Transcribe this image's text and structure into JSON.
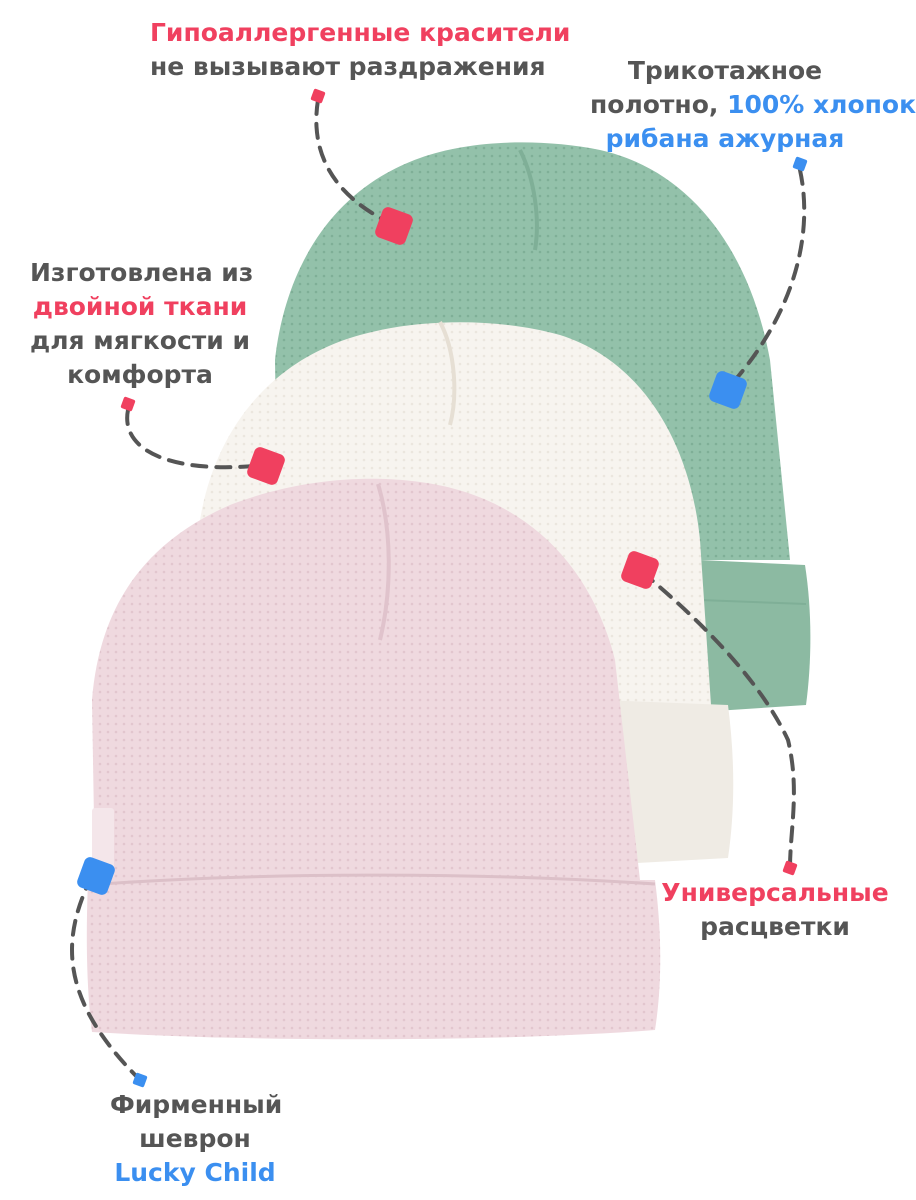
{
  "callouts": {
    "hypoallergenic": {
      "highlight": "Гипоаллергенные красители",
      "text": "не вызывают раздражения"
    },
    "fabric": {
      "line1": "Трикотажное",
      "line2_prefix": "полотно, ",
      "line2_highlight": "100% хлопок",
      "line3_highlight": "рибана ажурная"
    },
    "double_fabric": {
      "line1": "Изготовлена из",
      "highlight": "двойной ткани",
      "line3": "для мягкости и",
      "line4": "комфорта"
    },
    "colors": {
      "highlight": "Универсальные",
      "text": "расцветки"
    },
    "chevron": {
      "line1": "Фирменный",
      "line2": "шеврон",
      "highlight": "Lucky Child"
    }
  },
  "hats": [
    {
      "name": "green-hat",
      "color": "#93c1aa"
    },
    {
      "name": "white-hat",
      "color": "#f7f4ef"
    },
    {
      "name": "pink-hat",
      "color": "#efd9df"
    }
  ],
  "accent_colors": {
    "red": "#f0405f",
    "blue": "#3b8ff0",
    "text": "#555555",
    "dash": "#555555"
  }
}
